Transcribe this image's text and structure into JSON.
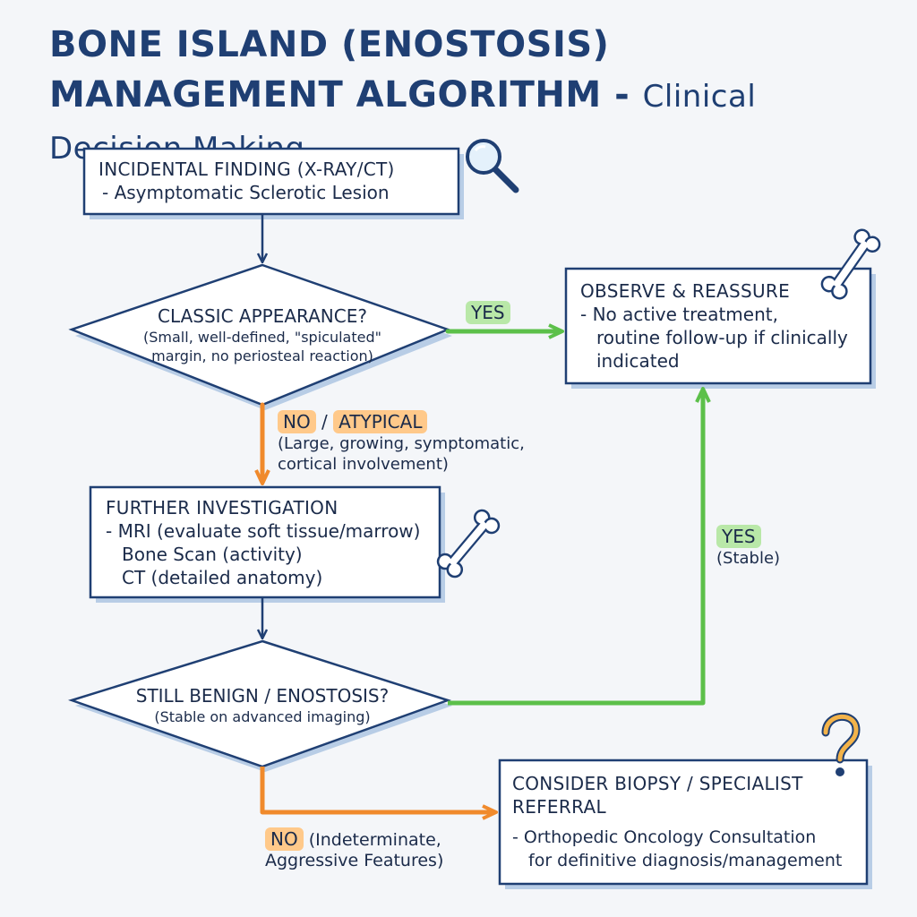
{
  "title": {
    "main": "BONE ISLAND (ENOSTOSIS) MANAGEMENT ALGORITHM - ",
    "sub": "Clinical Decision Making"
  },
  "nodes": {
    "incidental": {
      "head": "INCIDENTAL FINDING (X-RAY/CT)",
      "lines": [
        "- Asymptomatic Sclerotic Lesion"
      ]
    },
    "classic": {
      "head": "CLASSIC APPEARANCE?",
      "lines": [
        "(Small, well-defined, \"spiculated\"",
        "margin, no periosteal reaction)"
      ]
    },
    "observe": {
      "head": "OBSERVE & REASSURE",
      "lines": [
        "- No active treatment,",
        "routine follow-up if clinically",
        "indicated"
      ]
    },
    "further": {
      "head": "FURTHER INVESTIGATION",
      "lines": [
        "- MRI (evaluate soft tissue/marrow)",
        "Bone Scan (activity)",
        "CT (detailed anatomy)"
      ]
    },
    "benign": {
      "head": "STILL BENIGN / ENOSTOSIS?",
      "lines": [
        "(Stable on advanced imaging)"
      ]
    },
    "biopsy": {
      "head_lines": [
        "CONSIDER BIOPSY / SPECIALIST",
        "REFERRAL"
      ],
      "lines": [
        "- Orthopedic Oncology Consultation",
        "for definitive diagnosis/management"
      ]
    }
  },
  "edges": {
    "classic_yes": {
      "tag": "YES"
    },
    "classic_no": {
      "tag_a": "NO",
      "sep": " / ",
      "tag_b": "ATYPICAL",
      "lines": [
        "(Large, growing, symptomatic,",
        "cortical involvement)"
      ]
    },
    "benign_yes": {
      "tag": "YES",
      "lines": [
        "(Stable)"
      ]
    },
    "benign_no": {
      "tag": "NO",
      "text": " (Indeterminate,",
      "lines": [
        "Aggressive Features)"
      ]
    }
  },
  "icons": [
    "magnifier-icon",
    "bone-icon",
    "bone-icon",
    "question-mark-icon"
  ],
  "colors": {
    "ink": "#1b2b4a",
    "title": "#1f3f73",
    "box_shadow": "#b8cde6",
    "yes_green": "#5cc04a",
    "no_orange": "#f08a2c",
    "tag_green": "#b9e8a8",
    "tag_orange": "#ffc98a"
  }
}
